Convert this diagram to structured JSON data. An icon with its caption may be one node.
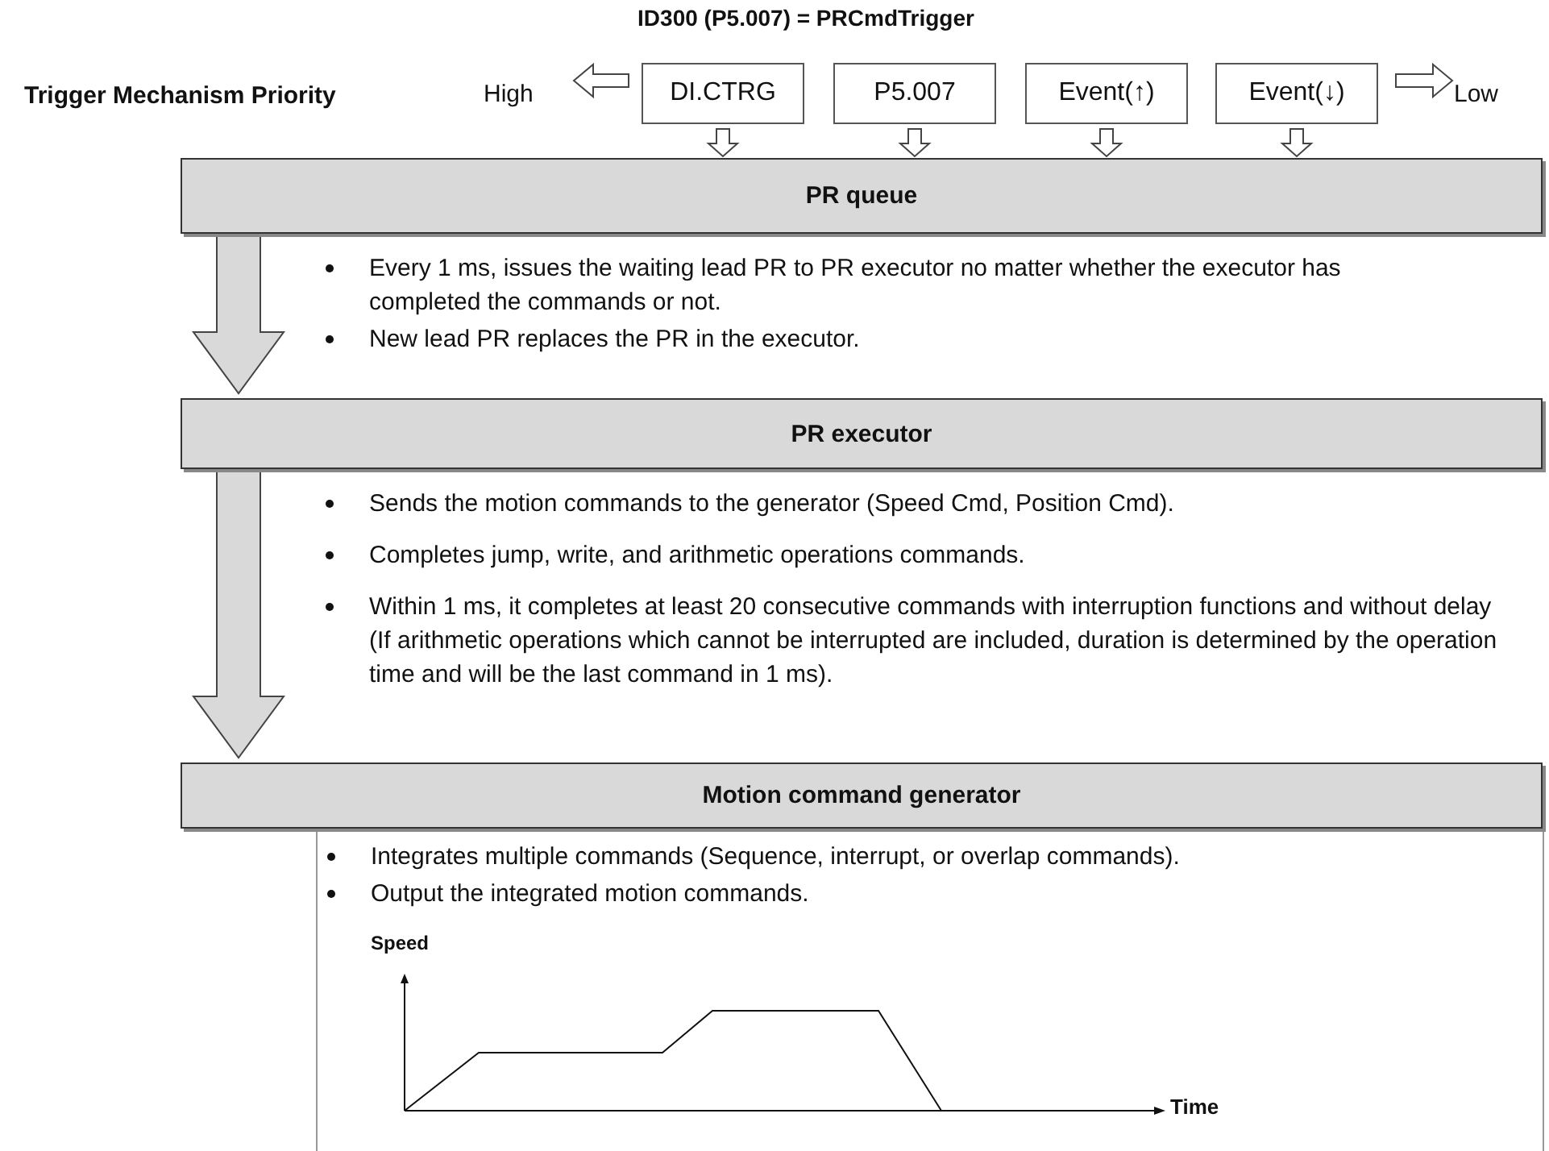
{
  "diagram": {
    "title": "ID300 (P5.007) = PRCmdTrigger",
    "nodes": [
      {
        "text": [
          "DI.CTRG"
        ]
      },
      {
        "text": [
          "P5.007"
        ]
      },
      {
        "text": [
          "Event(↑)"
        ]
      },
      {
        "text": [
          "Event(↓)"
        ]
      },
      {
        "text": [
          "PR queue"
        ],
        "beside": [
          "Every 1 ms, issues the waiting lead PR to PR executor no matter whether the executor has completed the commands or not.",
          "New lead PR replaces the PR in the executor."
        ]
      },
      {
        "text": [
          "PR executor"
        ],
        "beside": [
          "Sends the motion commands to the generator (Speed Cmd, Position Cmd).",
          "Completes jump, write, and arithmetic operations commands.",
          "Within 1 ms, it completes at least 20 consecutive commands with interruption functions and without delay (If arithmetic operations which cannot be interrupted are included,  duration is determined by the operation time and will be the last command in 1 ms)."
        ]
      },
      {
        "text": [
          "Motion command generator"
        ]
      },
      {
        "text": [
          "Integrates multiple commands (Sequence, interrupt, or overlap commands).",
          "Output the integrated motion commands."
        ]
      }
    ],
    "edges": [
      {
        "from": 0,
        "to": 4,
        "arrow": "to"
      },
      {
        "from": 1,
        "to": 4,
        "arrow": "to"
      },
      {
        "from": 2,
        "to": 4,
        "arrow": "to"
      },
      {
        "from": 3,
        "to": 4,
        "arrow": "to"
      },
      {
        "from": 4,
        "to": 5,
        "arrow": "to",
        "style": "thick"
      },
      {
        "from": 5,
        "to": 6,
        "arrow": "to",
        "style": "thick"
      }
    ],
    "labels": [
      "Trigger Mechanism Priority",
      "High",
      "Low",
      "Speed",
      "Time"
    ]
  }
}
